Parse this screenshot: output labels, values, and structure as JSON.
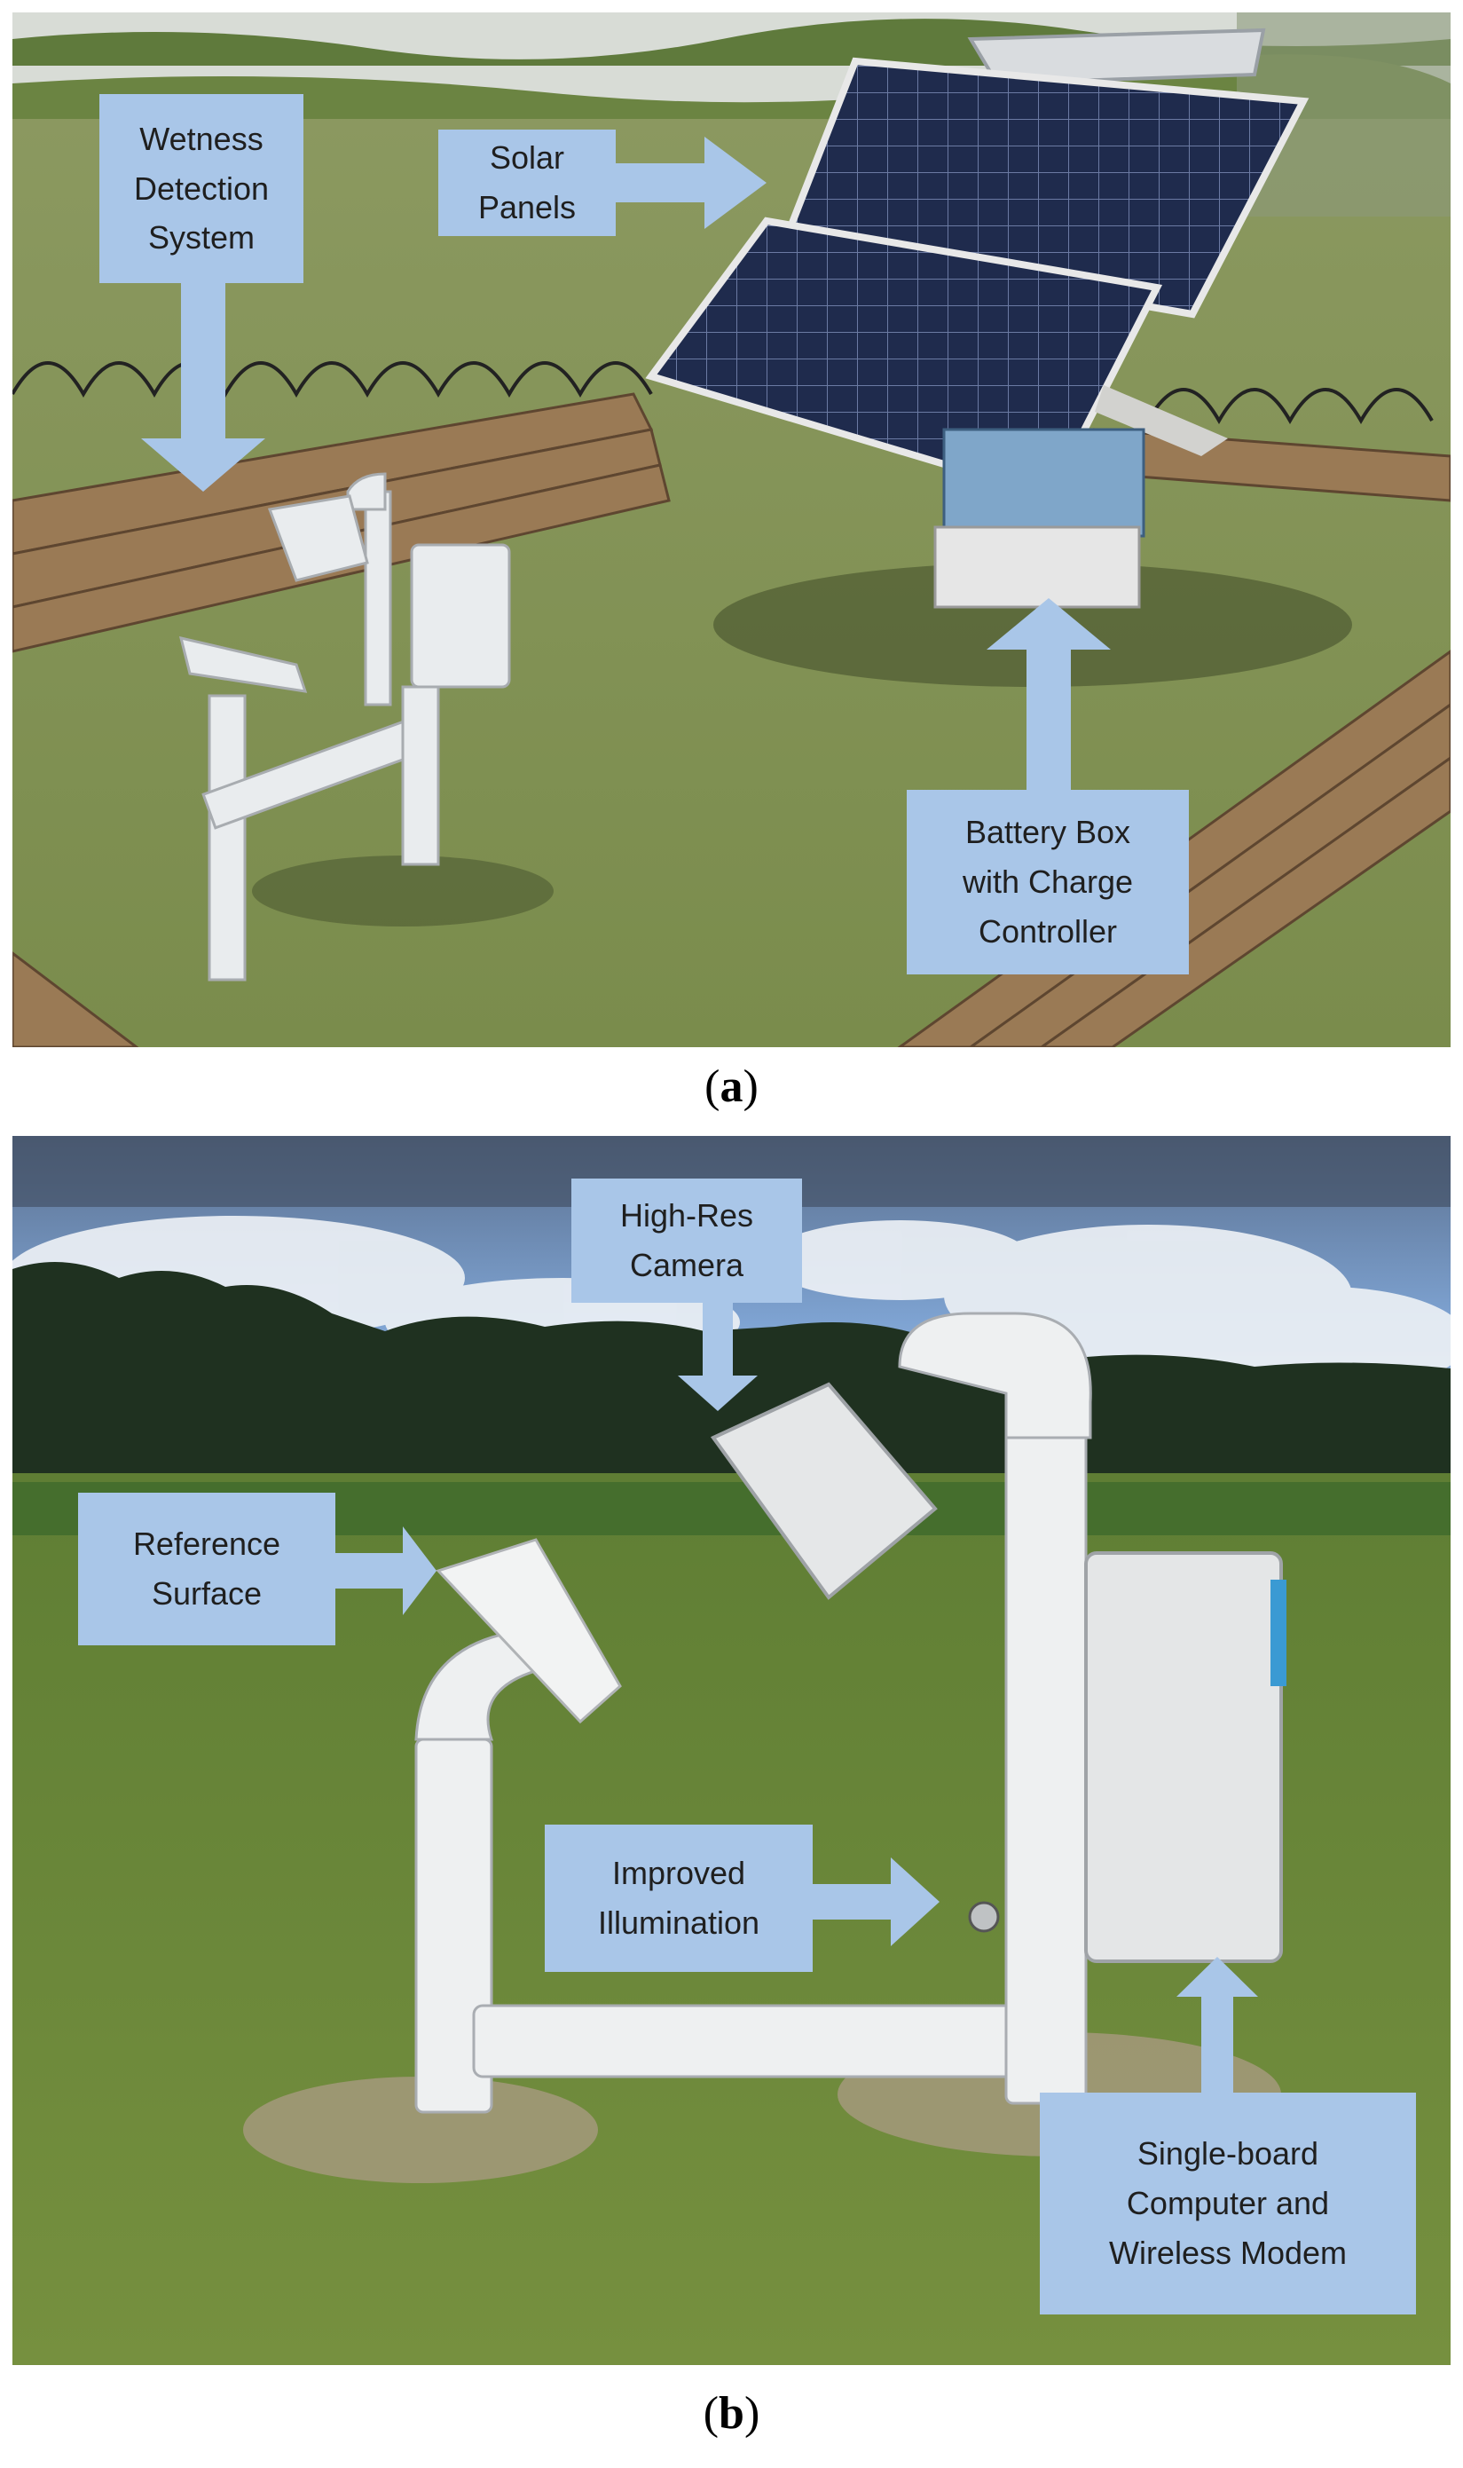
{
  "panel_a": {
    "label_open": "(",
    "label_letter": "a",
    "label_close": ")",
    "callouts": {
      "wetness": "Wetness\nDetection\nSystem",
      "solar": "Solar\nPanels",
      "battery": "Battery Box\nwith Charge\nController"
    },
    "colors": {
      "callout": "#a9c6e8",
      "grass": "#7c8c4e",
      "panel": "#1e2a4a"
    }
  },
  "panel_b": {
    "label_open": "(",
    "label_letter": "b",
    "label_close": ")",
    "callouts": {
      "camera": "High-Res\nCamera",
      "reference": "Reference\nSurface",
      "illumination": "Improved\nIllumination",
      "computer": "Single-board\nComputer and\nWireless Modem"
    },
    "colors": {
      "callout": "#a9c6e8",
      "sky": "#6f95c8",
      "grass": "#6f8a3c"
    }
  }
}
